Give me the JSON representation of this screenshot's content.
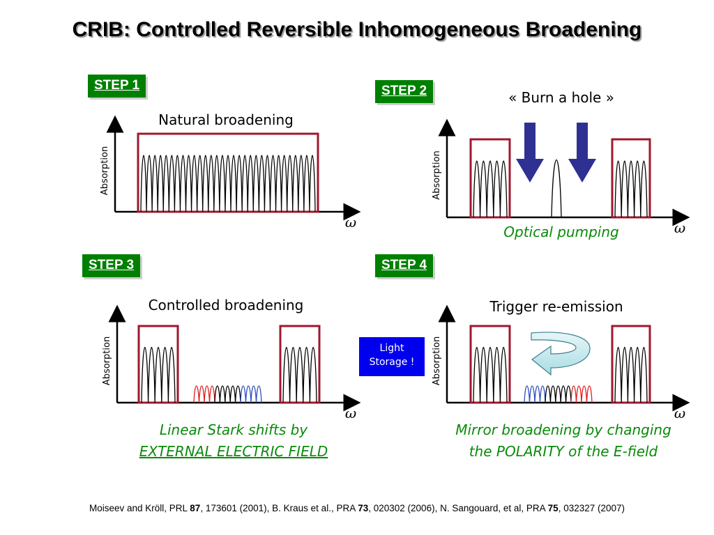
{
  "title": "CRIB: Controlled Reversible Inhomogeneous Broadening",
  "steps": [
    {
      "label": "STEP 1",
      "caption": "Natural broadening"
    },
    {
      "label": "STEP 2",
      "caption": "« Burn a hole »",
      "note": "Optical pumping"
    },
    {
      "label": "STEP 3",
      "caption": "Controlled broadening",
      "note_line1": "Linear Stark shifts by",
      "note_line2": "EXTERNAL ELECTRIC FIELD"
    },
    {
      "label": "STEP 4",
      "caption": "Trigger re-emission",
      "note_line1": "Mirror broadening by changing",
      "note_line2": "the POLARITY of the E-field"
    }
  ],
  "axis": {
    "y": "Absorption",
    "x": "ω"
  },
  "light_storage": {
    "line1": "Light",
    "line2": "Storage !"
  },
  "citation": {
    "p1": "Moiseev and Kröll, PRL ",
    "v1": "87",
    "p2": ", 173601 (2001), B. Kraus et al., PRA ",
    "v2": "73",
    "p3": ", 020302 (2006), N. Sangouard, et al, PRA ",
    "v3": "75",
    "p4": ", 032327 (2007)"
  },
  "colors": {
    "box": "#a0172e",
    "green": "#008000",
    "arrow": "#2e3192",
    "red": "#e02020",
    "blue": "#3050c0",
    "light_storage": "#0000ee"
  }
}
